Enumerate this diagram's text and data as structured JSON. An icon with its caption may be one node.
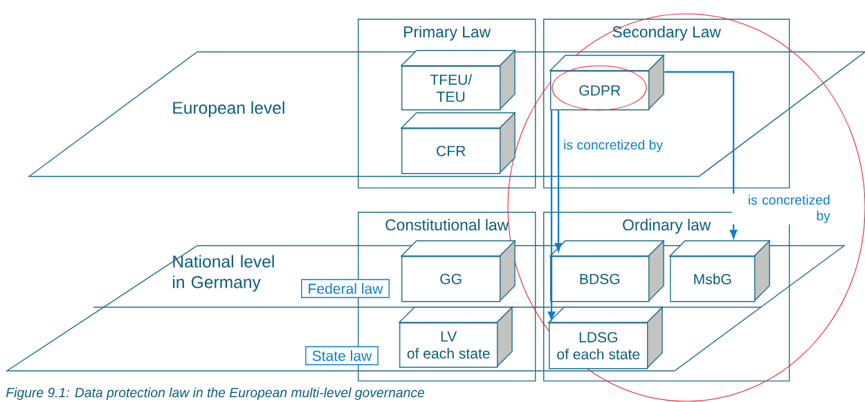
{
  "diagram": {
    "caption": "Figure 9.1: Data protection law in the European multi-level governance",
    "nodes": [
      {
        "text": [
          "Primary Law"
        ]
      },
      {
        "text": [
          "TFEU/ TEU"
        ],
        "in": 0
      },
      {
        "text": [
          "CFR"
        ],
        "in": 0
      },
      {
        "text": [
          "Secondary Law"
        ]
      },
      {
        "text": [
          "GDPR"
        ],
        "in": 3
      },
      {
        "text": [
          "Constitutional law"
        ]
      },
      {
        "text": [
          "GG"
        ],
        "in": 5
      },
      {
        "text": [
          "LV",
          "of each state"
        ],
        "in": 5
      },
      {
        "text": [
          "Ordinary law"
        ]
      },
      {
        "text": [
          "BDSG"
        ],
        "in": 8
      },
      {
        "text": [
          "MsbG"
        ],
        "in": 8
      },
      {
        "text": [
          "LDSG",
          "of each state"
        ],
        "in": 8
      },
      {
        "text": [
          "Federal law"
        ]
      },
      {
        "text": [
          "State law"
        ]
      }
    ],
    "edges": [
      {
        "from": 4,
        "to": 9,
        "arrow": "to",
        "label": "is concretized by"
      },
      {
        "from": 4,
        "to": 11,
        "arrow": "to"
      },
      {
        "from": 4,
        "to": 10,
        "arrow": "to",
        "label": "is concretized by"
      }
    ],
    "labels": [
      "European level",
      "National level in Germany"
    ]
  }
}
